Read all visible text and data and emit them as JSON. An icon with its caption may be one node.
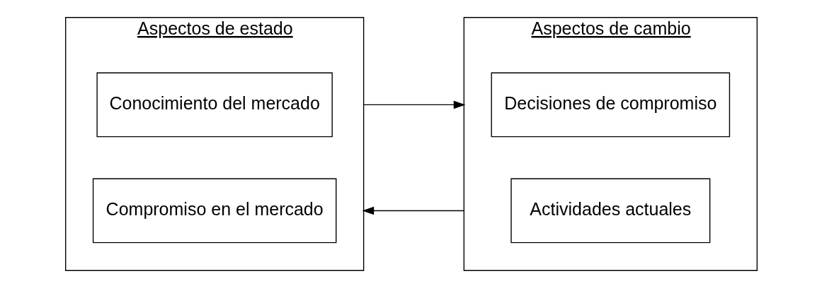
{
  "diagram": {
    "nodes": [
      {
        "text": [
          "Aspectos de estado"
        ]
      },
      {
        "text": [
          "Conocimiento del mercado"
        ],
        "in": 0
      },
      {
        "text": [
          "Compromiso en el mercado"
        ],
        "in": 0
      },
      {
        "text": [
          "Aspectos de cambio"
        ]
      },
      {
        "text": [
          "Decisiones de compromiso"
        ],
        "in": 3
      },
      {
        "text": [
          "Actividades actuales"
        ],
        "in": 3
      }
    ],
    "edges": [
      {
        "from": 0,
        "to": 3,
        "arrow": "to"
      },
      {
        "from": 3,
        "to": 0,
        "arrow": "to"
      }
    ]
  }
}
